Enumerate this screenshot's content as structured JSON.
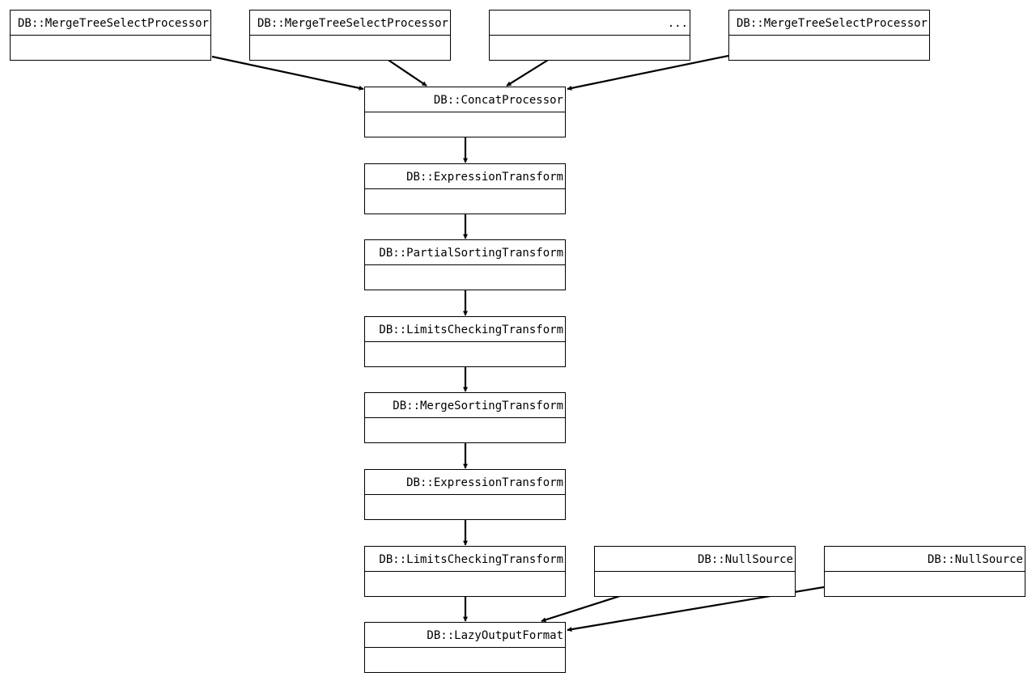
{
  "diagram": {
    "nodes": [
      {
        "id": "src1",
        "title": "DB::MergeTreeSelectProcessor"
      },
      {
        "id": "src2",
        "title": "DB::MergeTreeSelectProcessor"
      },
      {
        "id": "src3",
        "title": "..."
      },
      {
        "id": "src4",
        "title": "DB::MergeTreeSelectProcessor"
      },
      {
        "id": "concat",
        "title": "DB::ConcatProcessor"
      },
      {
        "id": "expr1",
        "title": "DB::ExpressionTransform"
      },
      {
        "id": "psort",
        "title": "DB::PartialSortingTransform"
      },
      {
        "id": "limits1",
        "title": "DB::LimitsCheckingTransform"
      },
      {
        "id": "msort",
        "title": "DB::MergeSortingTransform"
      },
      {
        "id": "expr2",
        "title": "DB::ExpressionTransform"
      },
      {
        "id": "limits2",
        "title": "DB::LimitsCheckingTransform"
      },
      {
        "id": "null1",
        "title": "DB::NullSource"
      },
      {
        "id": "null2",
        "title": "DB::NullSource"
      },
      {
        "id": "output",
        "title": "DB::LazyOutputFormat"
      }
    ],
    "edges": [
      {
        "from": "src1",
        "to": "concat"
      },
      {
        "from": "src2",
        "to": "concat"
      },
      {
        "from": "src3",
        "to": "concat"
      },
      {
        "from": "src4",
        "to": "concat"
      },
      {
        "from": "concat",
        "to": "expr1"
      },
      {
        "from": "expr1",
        "to": "psort"
      },
      {
        "from": "psort",
        "to": "limits1"
      },
      {
        "from": "limits1",
        "to": "msort"
      },
      {
        "from": "msort",
        "to": "expr2"
      },
      {
        "from": "expr2",
        "to": "limits2"
      },
      {
        "from": "limits2",
        "to": "output"
      },
      {
        "from": "null1",
        "to": "output"
      },
      {
        "from": "null2",
        "to": "output"
      }
    ],
    "colors": {
      "stroke": "#000000",
      "fill": "#ffffff",
      "text": "#000000"
    }
  }
}
